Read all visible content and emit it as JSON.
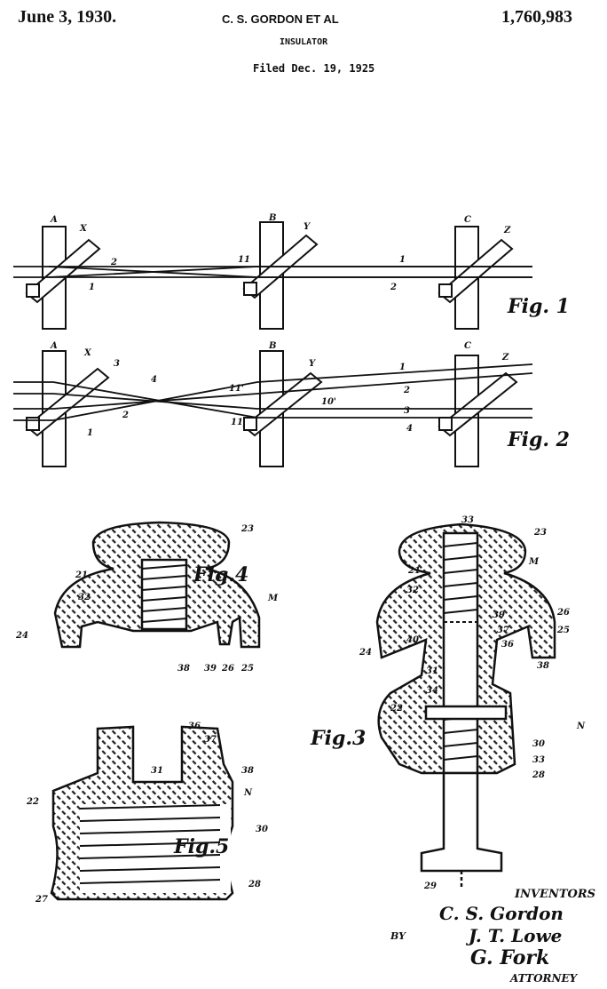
{
  "header": {
    "date": "June 3, 1930.",
    "inventor": "C. S. GORDON ET AL",
    "patent_number": "1,760,983",
    "title": "INSULATOR",
    "filed": "Filed Dec. 19, 1925"
  },
  "figures": {
    "fig1": {
      "caption": "Fig. 1",
      "labels": [
        "A",
        "X",
        "B",
        "Y",
        "C",
        "Z",
        "11",
        "2",
        "1",
        "1",
        "2"
      ]
    },
    "fig2": {
      "caption": "Fig. 2",
      "labels": [
        "A",
        "X",
        "3",
        "4",
        "1",
        "2",
        "B",
        "Y",
        "11'",
        "10'",
        "11",
        "C",
        "Z",
        "1",
        "2",
        "3",
        "4"
      ]
    },
    "fig4": {
      "caption": "Fig.4",
      "labels": [
        "23",
        "21",
        "32",
        "M",
        "24",
        "38",
        "39",
        "26",
        "25"
      ]
    },
    "fig5": {
      "caption": "Fig.5",
      "labels": [
        "36",
        "37",
        "31",
        "38",
        "22",
        "N",
        "30",
        "28",
        "27"
      ]
    },
    "fig3": {
      "caption": "Fig.3",
      "labels": [
        "33",
        "23",
        "M",
        "21",
        "32",
        "39",
        "26",
        "40",
        "25",
        "24",
        "37",
        "31",
        "36",
        "34",
        "38",
        "22",
        "N",
        "30",
        "33",
        "28",
        "29"
      ]
    }
  },
  "signature": {
    "inventors_label": "INVENTORS",
    "names": [
      "C. S. Gordon",
      "J. T. Lowe"
    ],
    "by": "BY",
    "attorney_signature": "G. Fork",
    "attorney_label": "ATTORNEY"
  }
}
